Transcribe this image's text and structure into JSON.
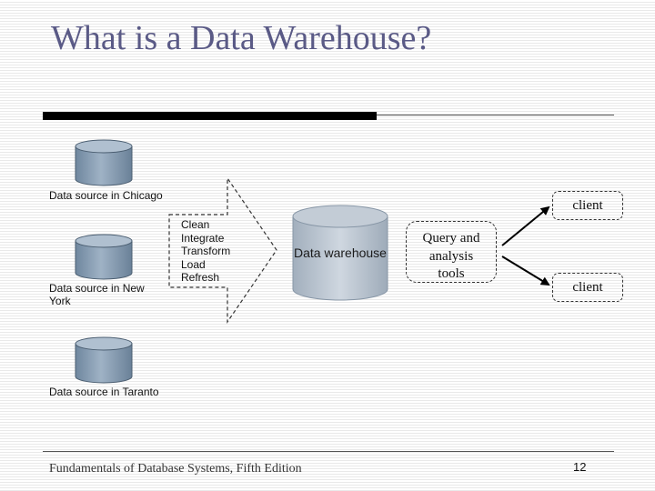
{
  "slide": {
    "title": "What is a Data Warehouse?",
    "footer": "Fundamentals of Database Systems, Fifth Edition",
    "page_number": "12"
  },
  "sources": [
    {
      "label": "Data source in Chicago"
    },
    {
      "label": "Data source in New York"
    },
    {
      "label": "Data source in Taranto"
    }
  ],
  "process": {
    "steps": [
      "Clean",
      "Integrate",
      "Transform",
      "Load",
      "Refresh"
    ]
  },
  "warehouse": {
    "label": "Data warehouse"
  },
  "tools": {
    "line1": "Query and",
    "line2": "analysis",
    "line3": "tools"
  },
  "clients": [
    {
      "label": "client"
    },
    {
      "label": "client"
    }
  ],
  "colors": {
    "title": "#5a5a86",
    "cylinder_fill": "#8ea3b8",
    "cylinder_top": "#a3b5c8",
    "warehouse_fill": "#bcc7d3"
  }
}
